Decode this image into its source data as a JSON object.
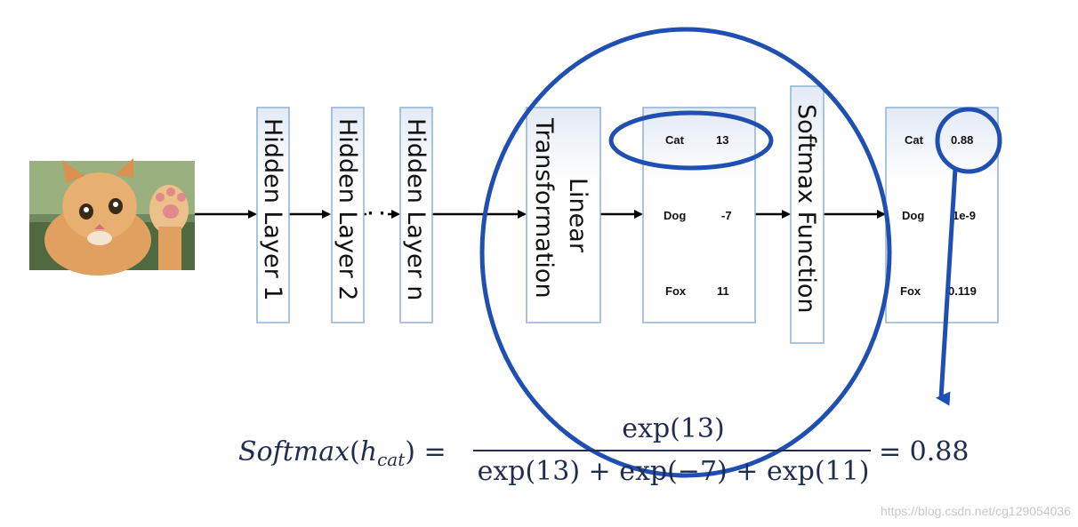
{
  "layers": {
    "hidden1": "Hidden Layer 1",
    "hidden2": "Hidden Layer 2",
    "ellipsis": "· ·",
    "hiddenN": "Hidden Layer n",
    "linear_line1": "Linear",
    "linear_line2": "Transformation",
    "softmax": "Softmax Function"
  },
  "logits": [
    {
      "label": "Cat",
      "value": "13"
    },
    {
      "label": "Dog",
      "value": "-7"
    },
    {
      "label": "Fox",
      "value": "11"
    }
  ],
  "probabilities": [
    {
      "label": "Cat",
      "value": "0.88"
    },
    {
      "label": "Dog",
      "value": "1e-9"
    },
    {
      "label": "Fox",
      "value": "0.119"
    }
  ],
  "formula": {
    "lhs_name": "Softmax",
    "lhs_arg": "h",
    "lhs_sub": "cat",
    "numerator": "exp(13)",
    "denominator": "exp(13) + exp(−7) + exp(11)",
    "result": "= 0.88"
  },
  "watermark": "https://blog.csdn.net/cg129054036",
  "colors": {
    "accent": "#1f4fb0",
    "box_border": "#8fb0d8",
    "box_fill_top": "#e6edf8",
    "arrow": "#000000"
  },
  "image_label": "kitten-photo"
}
